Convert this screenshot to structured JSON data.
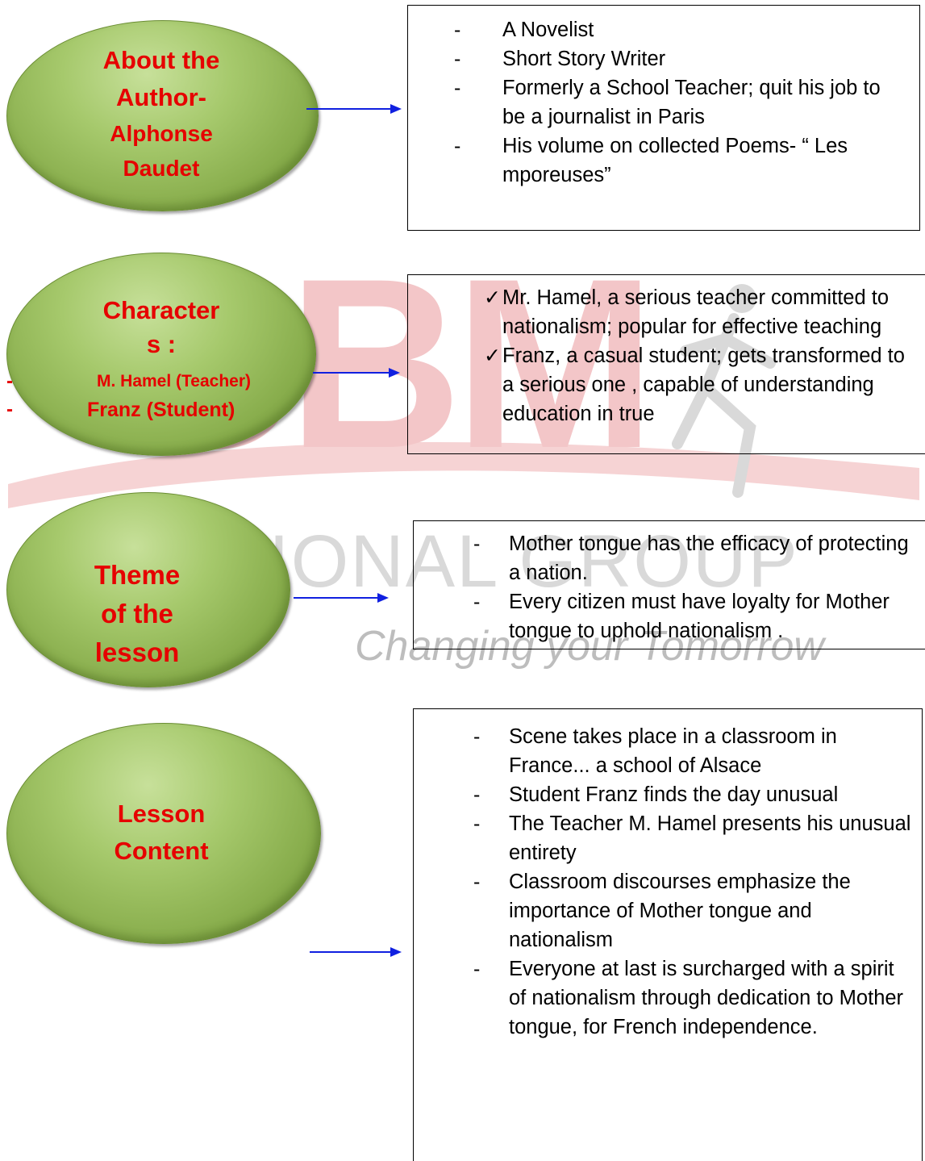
{
  "watermark": {
    "letters": "CBM",
    "group_text": "CATIONAL GROUP",
    "tagline": "Changing your Tomorrow"
  },
  "colors": {
    "bubble_green": "#98bb5a",
    "title_red": "#e60000",
    "arrow_blue": "#1020e0",
    "box_border": "#000000"
  },
  "sections": [
    {
      "title_lines": [
        "About the",
        "Author-",
        "Alphonse",
        "Daudet"
      ],
      "items": [
        "A Novelist",
        "Short Story Writer",
        "Formerly a School Teacher; quit his job to be a journalist in Paris",
        "His volume on collected Poems- “ Les mporeuses”"
      ]
    },
    {
      "title_lines": [
        "Character",
        "s :",
        "M. Hamel (Teacher)",
        "Franz (Student)"
      ],
      "side_dashes": [
        "-",
        "-"
      ],
      "items": [
        "Mr. Hamel, a serious teacher committed to nationalism; popular for effective teaching",
        "Franz, a casual student; gets transformed to a serious one , capable of understanding education in true"
      ]
    },
    {
      "title_lines": [
        "Theme",
        "of the",
        "lesson"
      ],
      "items": [
        "Mother tongue has the efficacy of protecting a nation.",
        "Every citizen must have loyalty for Mother tongue to uphold nationalism ."
      ]
    },
    {
      "title_lines": [
        "Lesson",
        "Content"
      ],
      "items": [
        "Scene takes place in a classroom in France... a school of Alsace",
        "Student Franz finds the day unusual",
        "The Teacher M. Hamel presents his unusual entirety",
        "Classroom discourses emphasize the importance of Mother tongue and nationalism",
        "Everyone at last is surcharged with a spirit of nationalism through dedication to Mother tongue, for French independence."
      ]
    }
  ]
}
